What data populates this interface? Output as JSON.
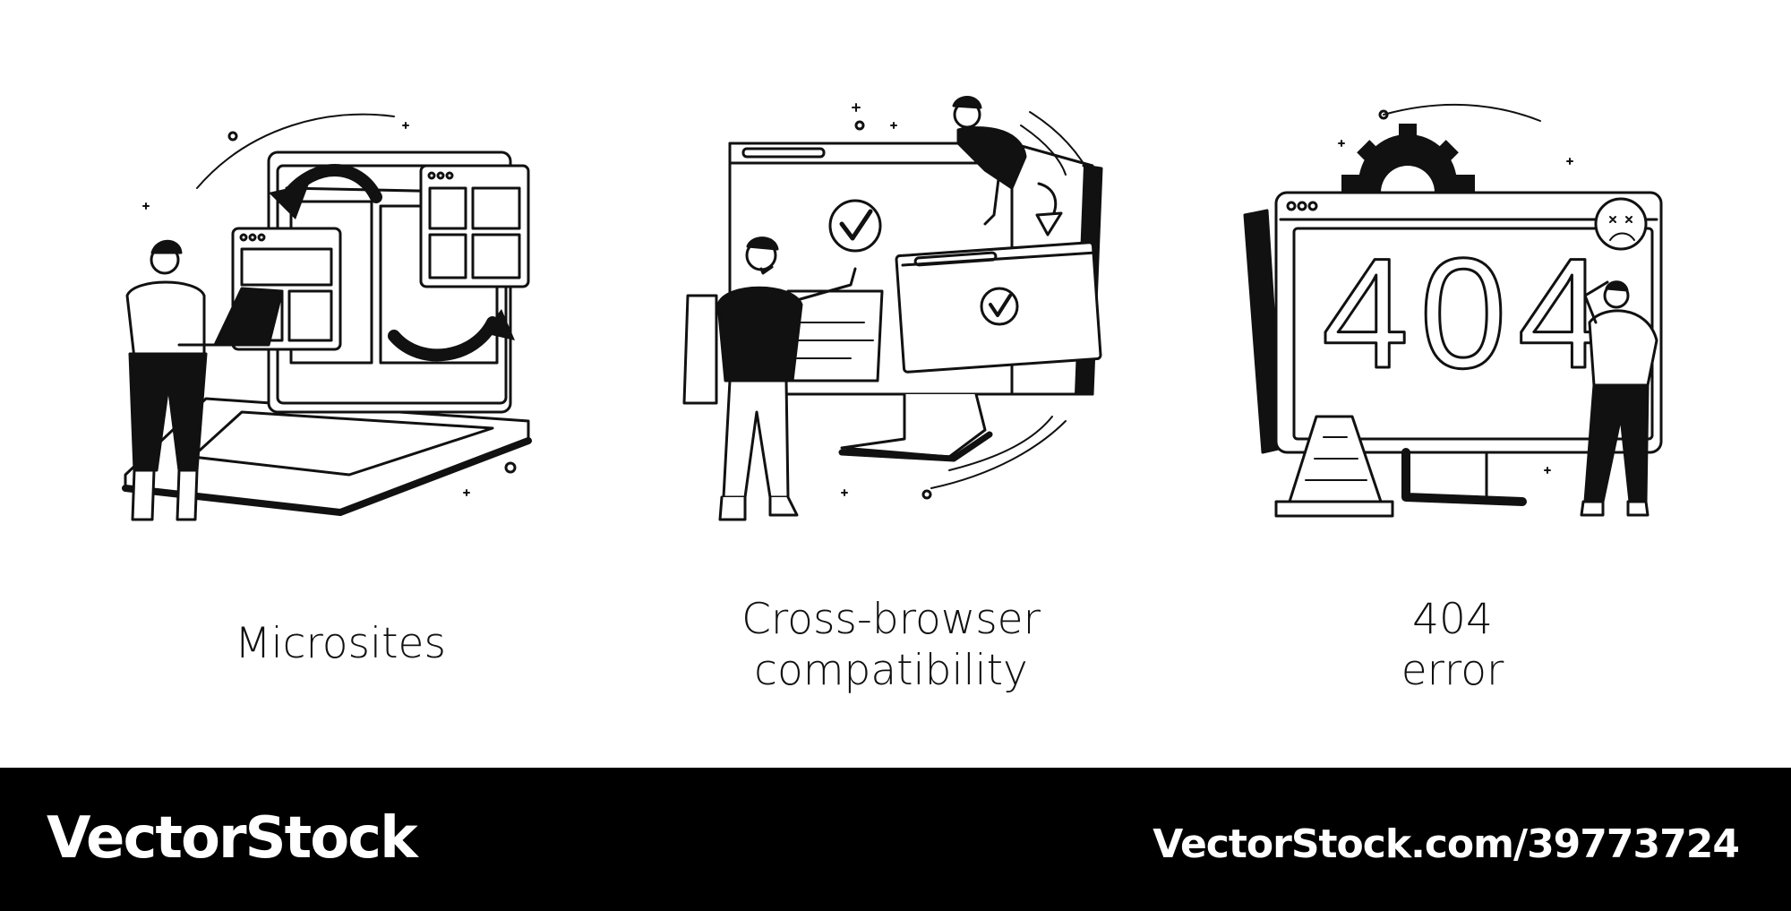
{
  "panels": [
    {
      "caption_line1": "Microsites",
      "caption_line2": ""
    },
    {
      "caption_line1": "Cross-browser",
      "caption_line2": "compatibility"
    },
    {
      "caption_line1": "404",
      "caption_line2": "error",
      "screen_text": "404"
    }
  ],
  "footer": {
    "brand": "VectorStock",
    "url": "VectorStock.com/39773724"
  },
  "colors": {
    "ink": "#111111",
    "background": "#ffffff",
    "footer": "#000000"
  }
}
